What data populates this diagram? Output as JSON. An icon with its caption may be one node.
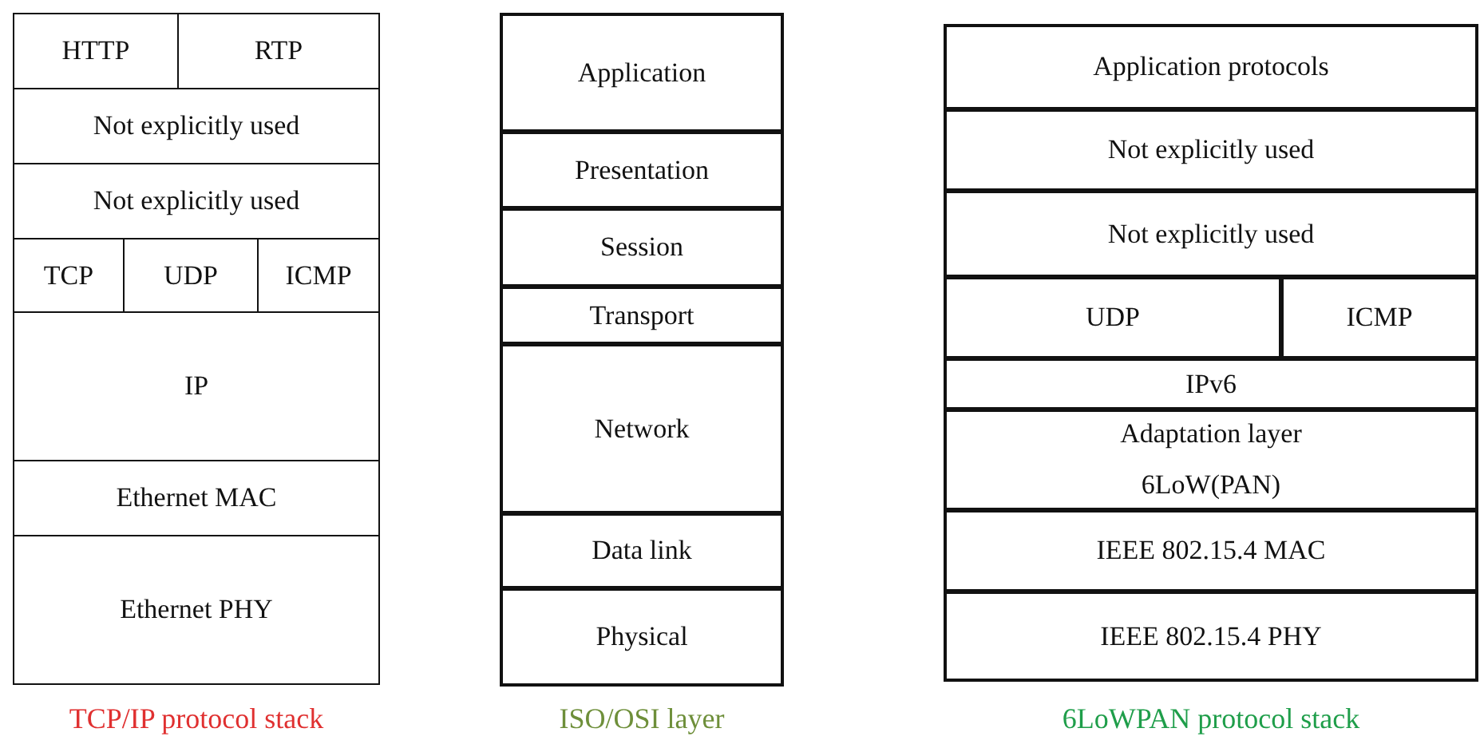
{
  "diagram": {
    "nodes": [
      {
        "text": [
          "HTTP"
        ]
      },
      {
        "text": [
          "RTP"
        ]
      },
      {
        "text": [
          "Not explicitly used"
        ]
      },
      {
        "text": [
          "Not explicitly used"
        ]
      },
      {
        "text": [
          "TCP"
        ]
      },
      {
        "text": [
          "UDP"
        ]
      },
      {
        "text": [
          "ICMP"
        ]
      },
      {
        "text": [
          "IP"
        ]
      },
      {
        "text": [
          "Ethernet MAC"
        ]
      },
      {
        "text": [
          "Ethernet PHY"
        ]
      },
      {
        "text": [
          "Application"
        ]
      },
      {
        "text": [
          "Presentation"
        ]
      },
      {
        "text": [
          "Session"
        ]
      },
      {
        "text": [
          "Transport"
        ]
      },
      {
        "text": [
          "Network"
        ]
      },
      {
        "text": [
          "Data link"
        ]
      },
      {
        "text": [
          "Physical"
        ]
      },
      {
        "text": [
          "Application protocols"
        ]
      },
      {
        "text": [
          "Not explicitly used"
        ]
      },
      {
        "text": [
          "Not explicitly used"
        ]
      },
      {
        "text": [
          "UDP"
        ]
      },
      {
        "text": [
          "ICMP"
        ]
      },
      {
        "text": [
          "IPv6"
        ]
      },
      {
        "text": [
          "Adaptation layer 6LoW(PAN)"
        ]
      },
      {
        "text": [
          "IEEE 802.15.4 MAC"
        ]
      },
      {
        "text": [
          "IEEE 802.15.4 PHY"
        ]
      }
    ],
    "labels": [
      "TCP/IP protocol stack",
      "ISO/OSI layer",
      "6LoWPAN protocol stack"
    ]
  }
}
